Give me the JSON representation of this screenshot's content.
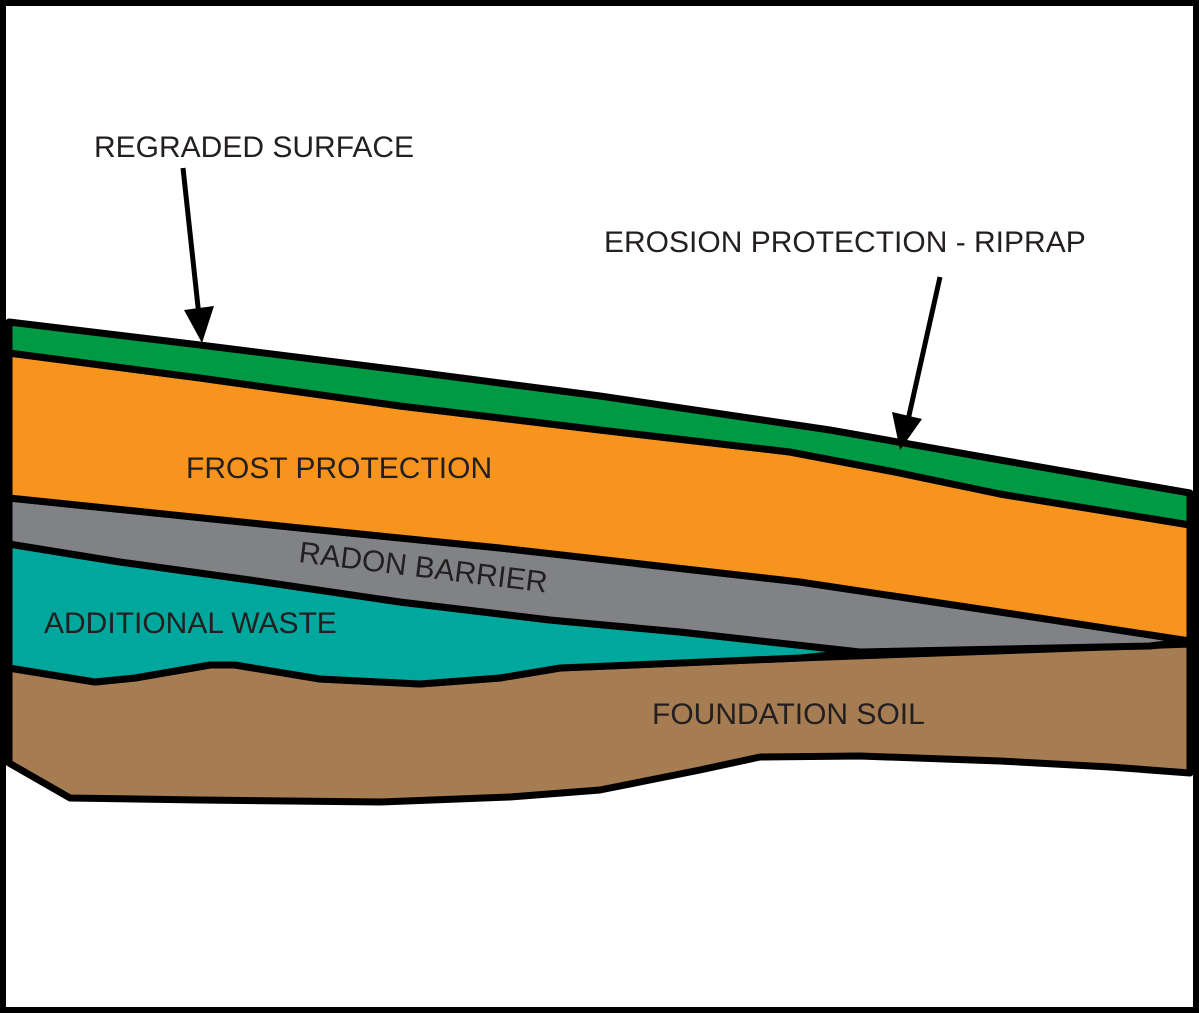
{
  "labels": {
    "regraded_surface": "REGRADED SURFACE",
    "erosion_protection": "EROSION PROTECTION - RIPRAP",
    "frost_protection": "FROST PROTECTION",
    "radon_barrier": "RADON BARRIER",
    "additional_waste": "ADDITIONAL WASTE",
    "foundation_soil": "FOUNDATION SOIL"
  },
  "colors": {
    "erosion_protection": "#009a44",
    "frost_protection": "#f7941d",
    "radon_barrier": "#808285",
    "additional_waste": "#00a79d",
    "foundation_soil": "#a67c52",
    "outline": "#000000",
    "background": "#ffffff"
  }
}
